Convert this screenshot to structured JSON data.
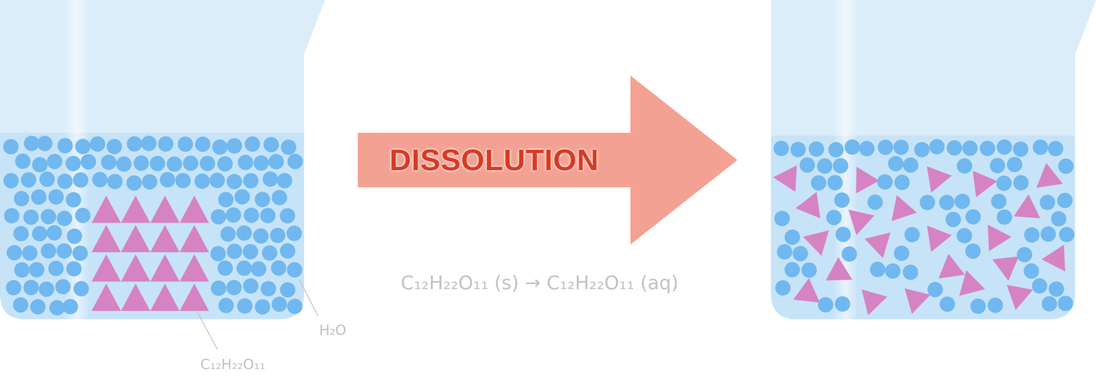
{
  "diagram": {
    "nodes": [
      {
        "text": [
          "DISSOLUTION"
        ]
      }
    ],
    "labels": [
      "C₁₂H₂₂O₁₁ (s) → C₁₂H₂₂O₁₁ (aq)",
      "H₂O",
      "C₁₂H₂₂O₁₁"
    ]
  }
}
